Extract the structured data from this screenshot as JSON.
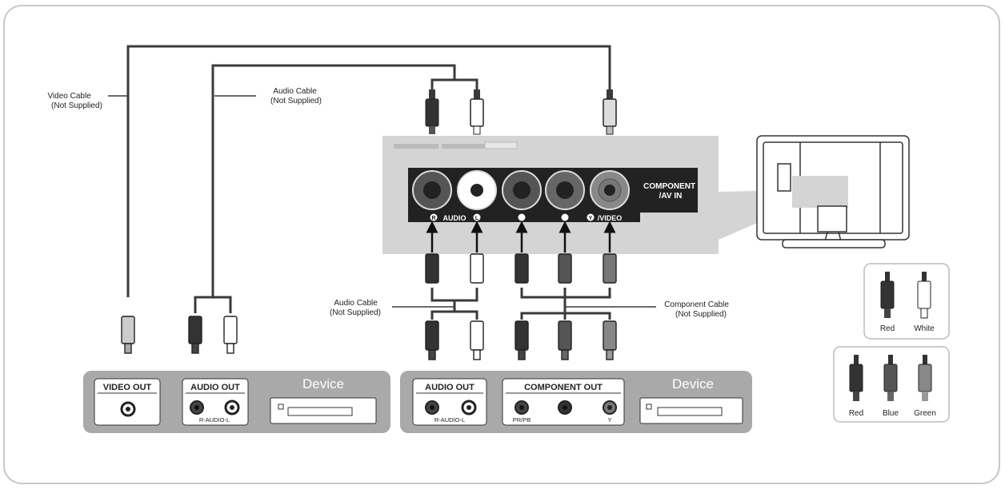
{
  "labels": {
    "video_cable": [
      "Video Cable",
      "(Not Supplied)"
    ],
    "audio_cable_top": [
      "Audio Cable",
      "(Not Supplied)"
    ],
    "audio_cable_mid": [
      "Audio Cable",
      "(Not Supplied)"
    ],
    "component_cable": [
      "Component Cable",
      "(Not Supplied)"
    ]
  },
  "tv_panel": {
    "port_label": [
      "COMPONENT",
      "/AV IN"
    ],
    "audio_label": "AUDIO",
    "video_label": "/VIDEO",
    "r_mark": "R",
    "l_mark": "L",
    "y_mark": "Y"
  },
  "device_left": {
    "title": "Device",
    "video_out": "VIDEO OUT",
    "audio_out": "AUDIO OUT",
    "audio_sub": "R-AUDIO-L"
  },
  "device_right": {
    "title": "Device",
    "audio_out": "AUDIO OUT",
    "audio_sub": "R-AUDIO-L",
    "component_out": "COMPONENT OUT",
    "pr_label": "PR/PB",
    "y_label": "Y"
  },
  "legend": {
    "top": [
      "Red",
      "White"
    ],
    "bottom": [
      "Red",
      "Blue",
      "Green"
    ]
  },
  "colors": {
    "frame": "#c8c8c8",
    "panel": "#d4d4d4",
    "panel_dark": "#222222",
    "cable": "#3a3a3a",
    "device_bar": "#a9a9a9"
  }
}
